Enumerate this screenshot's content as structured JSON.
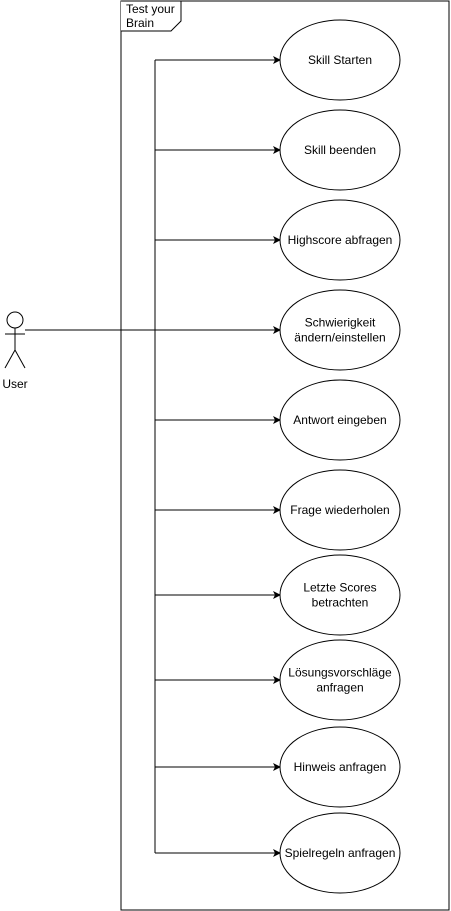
{
  "system": {
    "title_lines": [
      "Test your",
      "Brain"
    ]
  },
  "actor": {
    "label": "User"
  },
  "use_cases": [
    {
      "lines": [
        "Skill Starten"
      ]
    },
    {
      "lines": [
        "Skill beenden"
      ]
    },
    {
      "lines": [
        "Highscore abfragen"
      ]
    },
    {
      "lines": [
        "Schwierigkeit",
        "ändern/einstellen"
      ]
    },
    {
      "lines": [
        "Antwort eingeben"
      ]
    },
    {
      "lines": [
        "Frage wiederholen"
      ]
    },
    {
      "lines": [
        "Letzte Scores",
        "betrachten"
      ]
    },
    {
      "lines": [
        "Lösungsvorschläge",
        "anfragen"
      ]
    },
    {
      "lines": [
        "Hinweis anfragen"
      ]
    },
    {
      "lines": [
        "Spielregeln anfragen"
      ]
    }
  ],
  "colors": {
    "stroke": "#000000",
    "fill": "#ffffff",
    "text": "#000000"
  }
}
